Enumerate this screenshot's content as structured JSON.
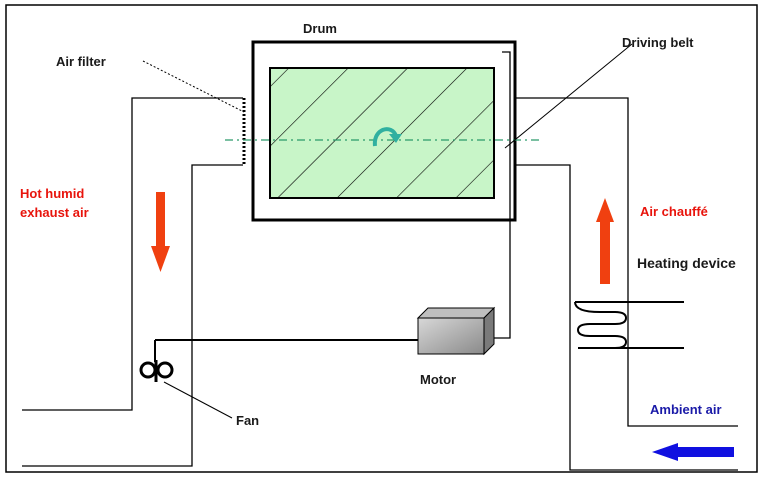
{
  "labels": {
    "drum": "Drum",
    "air_filter": "Air filter",
    "driving_belt": "Driving belt",
    "hot_humid_line1": "Hot humid",
    "hot_humid_line2": "exhaust air",
    "air_chauffe": "Air chauffé",
    "heating_device": "Heating device",
    "motor": "Motor",
    "fan": "Fan",
    "ambient_air": "Ambient air"
  },
  "colors": {
    "hot_air_label": "#e8140c",
    "ambient_air_label": "#1a1aa8",
    "drum_fill": "#c8f5c8",
    "axis_line": "#2a9a6a",
    "arrow_red": "#f04010",
    "arrow_blue": "#1010e0",
    "rotation_arrow": "#30b0a0"
  },
  "icons": {
    "rotation": "rotation-arrow-icon",
    "fan": "fan-icon",
    "heater": "heating-coil-icon",
    "motor": "motor-box-icon"
  }
}
